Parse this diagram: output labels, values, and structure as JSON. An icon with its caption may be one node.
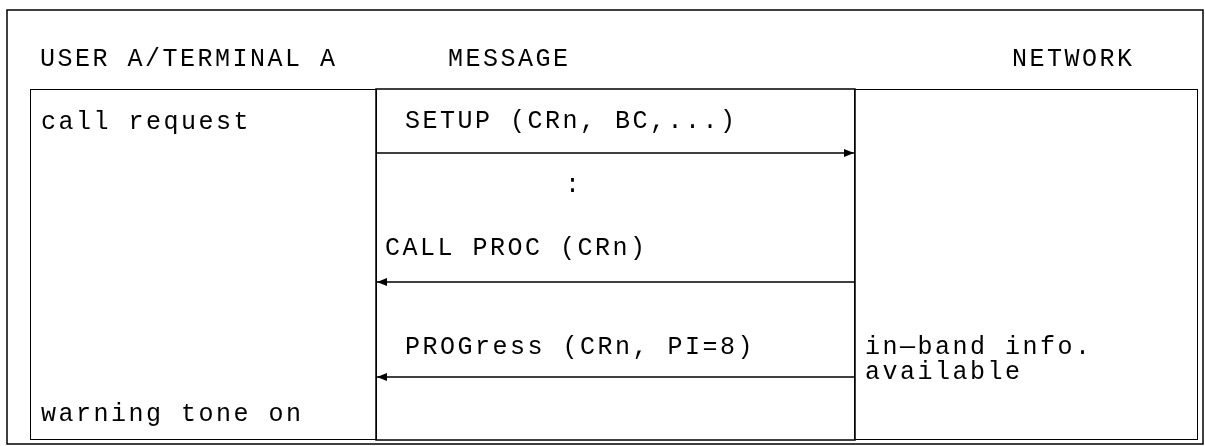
{
  "diagram": {
    "nodes": [
      {
        "text": [
          "call request",
          "warning tone on"
        ]
      },
      {
        "text": [
          "in—band info. available"
        ]
      }
    ],
    "edges": [
      {
        "from": 0,
        "to": 1,
        "arrow": "to",
        "label": "SETUP (CRn, BC,...)"
      },
      {
        "from": 1,
        "to": 0,
        "arrow": "to",
        "label": "CALL PROC (CRn)"
      },
      {
        "from": 1,
        "to": 0,
        "arrow": "to",
        "label": "PROGress (CRn, PI=8)"
      }
    ],
    "labels": [
      "USER A/TERMINAL A",
      "MESSAGE",
      "NETWORK",
      ":"
    ]
  }
}
